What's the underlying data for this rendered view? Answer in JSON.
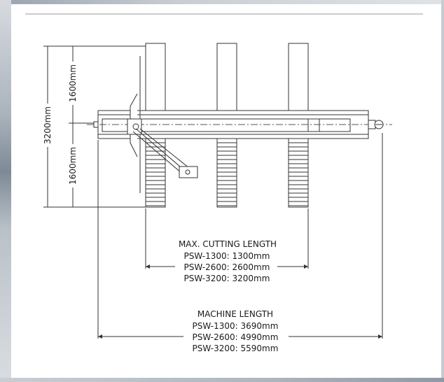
{
  "dimensions": {
    "half_top": "1600mm",
    "half_bottom": "1600mm",
    "total_width": "3200mm"
  },
  "cutting": {
    "title": "MAX. CUTTING LENGTH",
    "lines": [
      "PSW-1300: 1300mm",
      "PSW-2600: 2600mm",
      "PSW-3200: 3200mm"
    ]
  },
  "machine": {
    "title": "MACHINE LENGTH",
    "lines": [
      "PSW-1300: 3690mm",
      "PSW-2600: 4990mm",
      "PSW-3200: 5590mm"
    ]
  },
  "colors": {
    "line": "#333333",
    "background": "#ffffff",
    "frame": "#8d99a4"
  }
}
